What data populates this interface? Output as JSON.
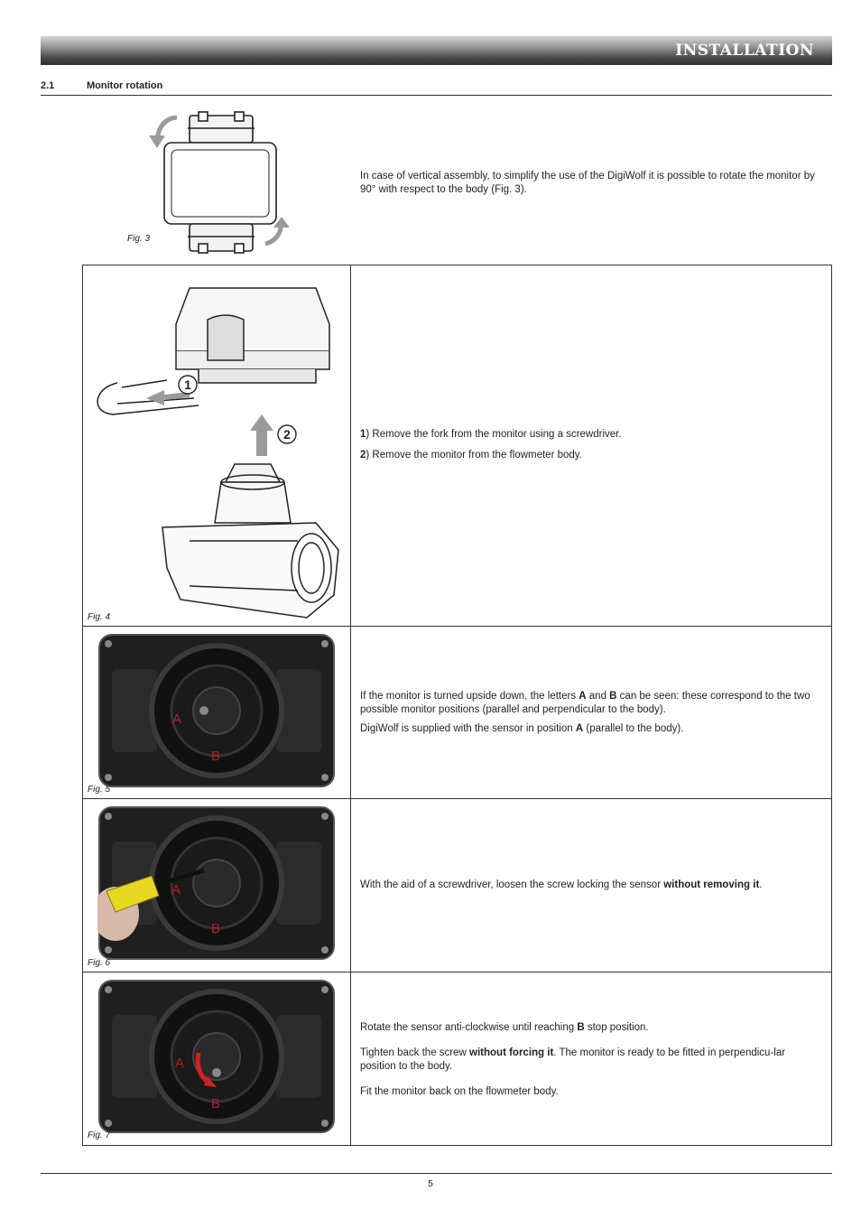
{
  "header": {
    "title": "INSTALLATION"
  },
  "section": {
    "number": "2.1",
    "title": "Monitor rotation"
  },
  "fig3": {
    "label": "Fig. 3",
    "text": "In case of vertical assembly, to simplify the use of the DigiWolf it is possible to rotate the monitor by 90° with respect to the body (Fig. 3)."
  },
  "fig4": {
    "label": "Fig. 4",
    "callout_1": "1",
    "callout_2": "2",
    "step1_num": "1",
    "step1_text": ") Remove the fork from the monitor using a screwdriver.",
    "step2_num": "2",
    "step2_text": ") Remove the monitor from the flowmeter body."
  },
  "fig5": {
    "label": "Fig. 5",
    "letter_a": "A",
    "letter_b": "B",
    "t1": "If the monitor is turned upside down, the letters ",
    "t1_a": "A",
    "t1_and": " and ",
    "t1_b": "B",
    "t1_rest": " can be seen: these correspond to the two possible monitor positions (parallel and perpendicular to the body).",
    "t2": "DigiWolf is supplied with the sensor in position ",
    "t2_a": "A",
    "t2_rest": " (parallel to the body)."
  },
  "fig6": {
    "label": "Fig. 6",
    "letter_a": "A",
    "letter_b": "B",
    "t1": "With the aid of a screwdriver, loosen the screw locking the sensor ",
    "t1_bold": "without removing it",
    "t1_end": "."
  },
  "fig7": {
    "label": "Fig. 7",
    "letter_a": "A",
    "letter_b": "B",
    "p1": "Rotate the sensor anti-clockwise until reaching ",
    "p1_b": "B",
    "p1_rest": " stop position.",
    "p2": "Tighten back the screw ",
    "p2_bold": "without forcing it",
    "p2_rest": ". The monitor is ready to be fitted in perpendicu-lar position to the body.",
    "p3": "Fit the monitor back on the flowmeter body."
  },
  "colors": {
    "letter_red": "#b02020",
    "arrow_grey": "#9a9a9a"
  },
  "footer": {
    "page": "5"
  }
}
